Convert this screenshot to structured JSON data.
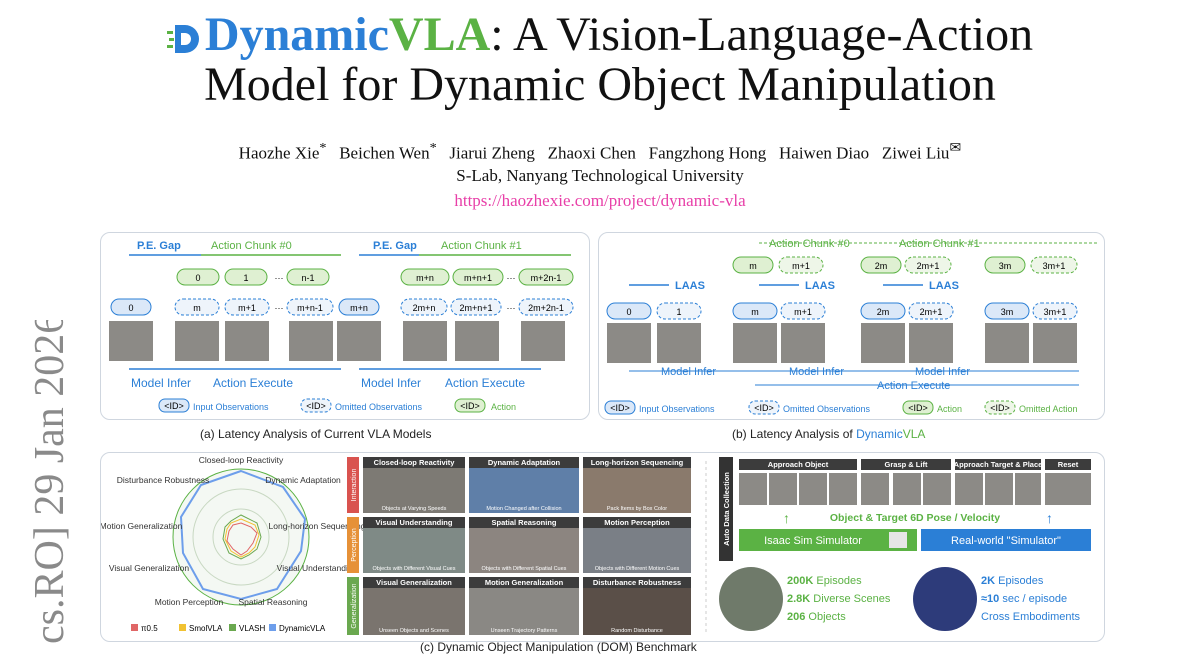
{
  "arxiv_stamp": "cs.RO]  29 Jan 2026",
  "title": {
    "brand_d": "Dynamic",
    "brand_v": "VLA",
    "line1_rest": ": A Vision-Language-Action",
    "line2": "Model for Dynamic Object Manipulation"
  },
  "authors": [
    "Haozhe Xie",
    "Beichen Wen",
    "Jiarui Zheng",
    "Zhaoxi Chen",
    "Fangzhong Hong",
    "Haiwen Diao",
    "Ziwei Liu"
  ],
  "author_marks": {
    "equal": "*",
    "corresponding": "✉"
  },
  "affiliation": "S-Lab, Nanyang Technological University",
  "url": "https://haozhexie.com/project/dynamic-vla",
  "colors": {
    "blue": "#2b7fd6",
    "green": "#5bb244",
    "pink": "#e83fa8"
  },
  "panel_a": {
    "pe_gap": "P.E. Gap",
    "chunk0": "Action Chunk #0",
    "chunk1": "Action Chunk #1",
    "actions_top": [
      "0",
      "1",
      "n-1",
      "m+n",
      "m+n+1",
      "m+2n-1"
    ],
    "obs": [
      "0",
      "m",
      "m+1",
      "m+n-1",
      "m+n",
      "2m+n",
      "2m+n+1",
      "2m+2n-1"
    ],
    "model_infer": "Model Infer",
    "action_execute": "Action Execute",
    "legend_tag": "<ID>",
    "legend_input": "Input Observations",
    "legend_omitted": "Omitted Observations",
    "legend_action": "Action",
    "caption": "(a) Latency Analysis of Current VLA Models"
  },
  "panel_b": {
    "chunk0": "Action Chunk #0",
    "chunk1": "Action Chunk #1",
    "laas": "LAAS",
    "actions_top": [
      "m",
      "m+1",
      "2m",
      "2m+1",
      "3m",
      "3m+1"
    ],
    "obs": [
      "0",
      "1",
      "m",
      "m+1",
      "2m",
      "2m+1",
      "3m",
      "3m+1"
    ],
    "model_infer": "Model Infer",
    "action_execute": "Action Execute",
    "legend_tag": "<ID>",
    "legend_input": "Input Observations",
    "legend_omitted": "Omitted Observations",
    "legend_action": "Action",
    "legend_omitted_action": "Omitted Action",
    "caption_prefix": "(b) Latency Analysis of ",
    "caption_d": "Dynamic",
    "caption_v": "VLA"
  },
  "panel_c": {
    "radar_axes": [
      "Closed-loop Reactivity",
      "Dynamic Adaptation",
      "Long-horizon Sequencing",
      "Visual Understanding",
      "Spatial Reasoning",
      "Motion Perception",
      "Visual Generalization",
      "Motion Generalization",
      "Disturbance Robustness"
    ],
    "radar_legend": [
      {
        "name": "π0.5",
        "color": "#e06666"
      },
      {
        "name": "SmolVLA",
        "color": "#f1c232"
      },
      {
        "name": "VLASH",
        "color": "#6aa84f"
      },
      {
        "name": "DynamicVLA",
        "color": "#6d9eeb"
      }
    ],
    "groups": [
      {
        "name": "Interaction",
        "color": "#d9534f",
        "cells": [
          {
            "title": "Closed-loop Reactivity",
            "sub": "Objects at Varying Speeds"
          },
          {
            "title": "Dynamic Adaptation",
            "sub": "Motion Changed after Collision"
          },
          {
            "title": "Long-horizon Sequencing",
            "sub": "Pack Items by Box Color"
          }
        ]
      },
      {
        "name": "Perception",
        "color": "#e69138",
        "cells": [
          {
            "title": "Visual Understanding",
            "sub": "Objects with Different Visual Cues"
          },
          {
            "title": "Spatial Reasoning",
            "sub": "Objects with Different Spatial Cues"
          },
          {
            "title": "Motion Perception",
            "sub": "Objects with Different Motion Cues"
          }
        ]
      },
      {
        "name": "Generalization",
        "color": "#6aa84f",
        "cells": [
          {
            "title": "Visual Generalization",
            "sub": "Unseen Objects and Scenes"
          },
          {
            "title": "Motion Generalization",
            "sub": "Unseen Trajectory Patterns"
          },
          {
            "title": "Disturbance Robustness",
            "sub": "Random Disturbance"
          }
        ]
      }
    ],
    "auto_label": "Auto Data Collection",
    "stages": [
      "Approach Object",
      "Grasp & Lift",
      "Approach Target  & Place",
      "Reset"
    ],
    "pose_label": "Object & Target 6D Pose / Velocity",
    "sim_label": "Isaac Sim Simulator",
    "real_label": "Real-world \"Simulator\"",
    "sim_stats": [
      {
        "num": "200K",
        "text": " Episodes"
      },
      {
        "num": "2.8K",
        "text": " Diverse Scenes"
      },
      {
        "num": "206",
        "text": " Objects"
      }
    ],
    "real_stats": [
      {
        "num": "2K",
        "text": " Episodes"
      },
      {
        "num": "≈10",
        "text": " sec / episode"
      },
      {
        "num": "",
        "text": "Cross Embodiments"
      }
    ],
    "caption": "(c) Dynamic Object Manipulation (DOM) Benchmark"
  }
}
